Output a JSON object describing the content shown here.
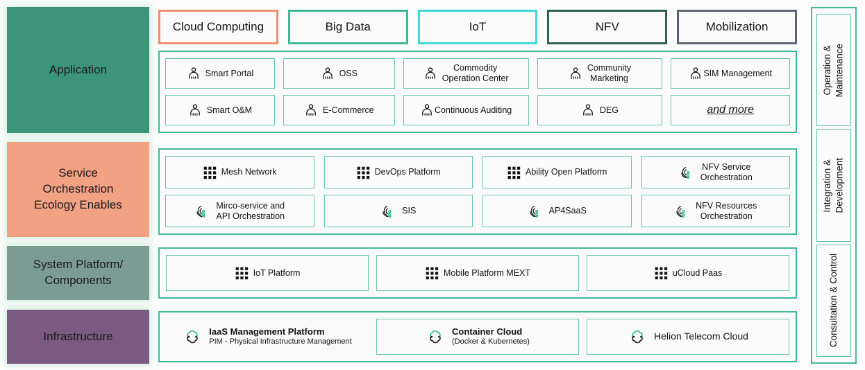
{
  "layers": [
    {
      "id": "application",
      "label": "Application",
      "color": "#3c957a"
    },
    {
      "id": "service",
      "label": "Service\nOrchestration\nEcology Enables",
      "color": "#f3a183"
    },
    {
      "id": "system",
      "label": "System Platform/\nComponents",
      "color": "#7c9c93"
    },
    {
      "id": "infrastructure",
      "label": "Infrastructure",
      "color": "#7a5a80"
    }
  ],
  "tabs": [
    {
      "label": "Cloud Computing",
      "color": "#f0906b"
    },
    {
      "label": "Big Data",
      "color": "#3fb89a"
    },
    {
      "label": "IoT",
      "color": "#39dbd6"
    },
    {
      "label": "NFV",
      "color": "#2c6150"
    },
    {
      "label": "Mobilization",
      "color": "#5c6573"
    }
  ],
  "application_tiles": [
    {
      "label": "Smart Portal",
      "icon": "person-icon"
    },
    {
      "label": "OSS",
      "icon": "person-icon"
    },
    {
      "label": "Commodity\nOperation Center",
      "icon": "person-icon"
    },
    {
      "label": "Community\nMarketing",
      "icon": "person-icon"
    },
    {
      "label": "SIM Management",
      "icon": "person-icon"
    },
    {
      "label": "Smart O&M",
      "icon": "person-icon"
    },
    {
      "label": "E-Commerce",
      "icon": "person-icon"
    },
    {
      "label": "Continuous Auditing",
      "icon": "person-icon"
    },
    {
      "label": "DEG",
      "icon": "person-icon"
    },
    {
      "label": "and more",
      "icon": "none"
    }
  ],
  "service_tiles": [
    {
      "label": "Mesh Network",
      "icon": "grid-dots-icon"
    },
    {
      "label": "DevOps Platform",
      "icon": "grid-dots-icon"
    },
    {
      "label": "Ability Open Platform",
      "icon": "grid-dots-icon"
    },
    {
      "label": "NFV Service\nOrchestration",
      "icon": "orchestration-icon"
    },
    {
      "label": "Mirco-service and\nAPI Orchestration",
      "icon": "orchestration-icon"
    },
    {
      "label": "SIS",
      "icon": "orchestration-icon"
    },
    {
      "label": "AP4SaaS",
      "icon": "orchestration-icon"
    },
    {
      "label": "NFV Resources\nOrchestration",
      "icon": "orchestration-icon"
    }
  ],
  "system_tiles": [
    {
      "label": "IoT Platform",
      "icon": "grid-dots-icon"
    },
    {
      "label": "Mobile Platform MEXT",
      "icon": "grid-dots-icon"
    },
    {
      "label": "uCloud Paas",
      "icon": "grid-dots-icon"
    }
  ],
  "infrastructure_tiles": [
    {
      "title": "IaaS Management Platform",
      "subtitle": "PIM - Physical Infrastructure Management",
      "icon": "cloud-sync-icon",
      "bordered": false
    },
    {
      "title": "Container Cloud",
      "subtitle": "(Docker & Kubernetes)",
      "icon": "cloud-sync-icon",
      "bordered": true
    },
    {
      "title": "Helion Telecom Cloud",
      "subtitle": "",
      "icon": "cloud-sync-icon",
      "bordered": true
    }
  ],
  "rail": [
    {
      "label": "Operation &\nMaintenance"
    },
    {
      "label": "Integration &\nDevelopment"
    },
    {
      "label": "Consultation & Control"
    }
  ],
  "theme": {
    "band_border": "#3fb89a",
    "tile_border": "#62c4ad",
    "icon_accent": "#1fb58a",
    "background": "#fdfdfd"
  }
}
